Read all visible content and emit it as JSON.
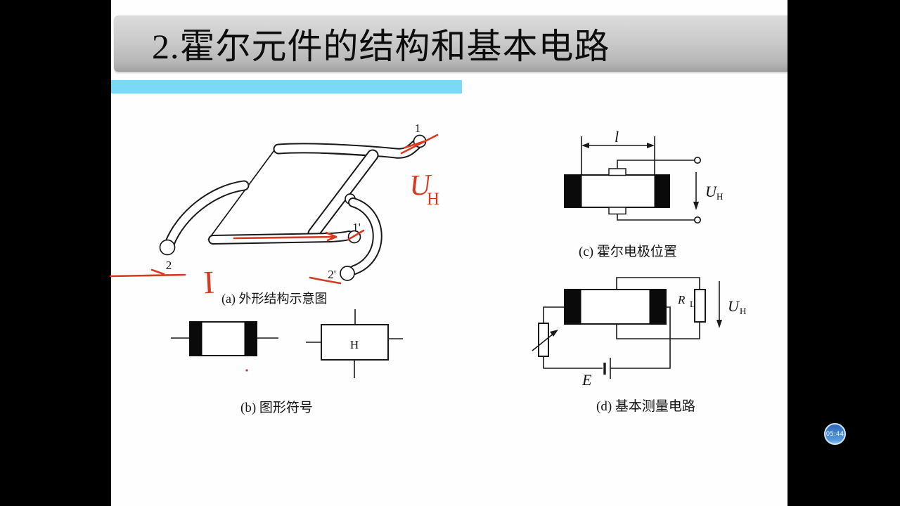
{
  "player": {
    "timer_badge": "05:44"
  },
  "slide": {
    "title": "2.霍尔元件的结构和基本电路",
    "accent_color": "#7bd9f7",
    "ink_color": "#d63b22"
  },
  "figure_a": {
    "caption": "(a) 外形结构示意图",
    "terminals": {
      "t1": "1",
      "t1_prime": "1'",
      "t2": "2",
      "t2_prime": "2'"
    },
    "ink": {
      "voltage_base": "U",
      "voltage_sub": "H",
      "current": "I"
    }
  },
  "figure_b": {
    "caption": "(b) 图形符号",
    "hall_letter": "H"
  },
  "figure_c": {
    "caption": "(c) 霍尔电极位置",
    "length_label": "l",
    "voltage_base": "U",
    "voltage_sub": "H"
  },
  "figure_d": {
    "caption": "(d) 基本测量电路",
    "load_base": "R",
    "load_sub": "L",
    "source_label": "E",
    "voltage_base": "U",
    "voltage_sub": "H"
  }
}
